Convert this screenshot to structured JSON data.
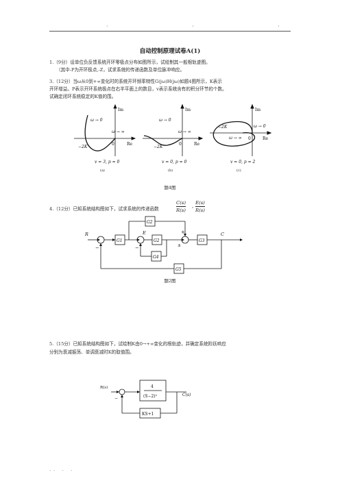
{
  "header_dots": "·  ·  ·",
  "footer_dots": "··  ·  ·",
  "title": "自动控制原理试卷A(1)",
  "q1": {
    "line1": "1.（9分）设单位负反馈系统开环零极点分布如图所示，试绘制其一般根轨迹图。",
    "line2": "（其中-P为开环极点,-Z，试求系统的传递函数及单位脉冲响应。"
  },
  "q3": {
    "line1": "3.（12分）当ω从0到+∞变化时的系统开环频率特性G(jω)H(jω)如题4图所示，K表示",
    "line2": "开环增益。P表示开环系统极点在右半平面上的数目，v表示系统含有的积分环节的个数。",
    "line3": "试确定闭环系统稳定的K值的围。"
  },
  "nyquist": {
    "im": "Im",
    "re": "Re",
    "zero": "0",
    "w0": "ω → 0",
    "winf": "ω → ∞",
    "negK": "−2K",
    "conds": [
      "v = 3, p = 0",
      "v = 0, p = 0",
      "v = 0, p = 2"
    ],
    "labels": [
      "(a)",
      "(b)",
      "(c)"
    ],
    "figure_caption": "题4图"
  },
  "q4": {
    "text": "4.（12分）已知系统结构图如下，试求系统的传递函数",
    "frac1_num": "C(s)",
    "frac1_den": "R(s)",
    "sep": ",",
    "frac2_num": "E(s)",
    "frac2_den": "R(s)",
    "blocks": {
      "R": "R",
      "E": "E",
      "C": "C",
      "G1": "G1",
      "G2": "G2",
      "G3": "G3",
      "G4": "G4",
      "G5": "G5"
    },
    "signs": {
      "minus": "−",
      "plus": "+",
      "pm": "±"
    },
    "figure_caption": "题2图"
  },
  "q5": {
    "line1": "5.（15分）已知系统结构图如下，试绘制K由0→+∞变化的根轨迹，并确定系统阶跃响应",
    "line2": "分别为衰减振荡、单调衰减时K的取值围。",
    "diagram": {
      "input": "R(s)",
      "output": "C(s)",
      "fwd_num": "4",
      "fwd_den": "(S−2)²",
      "fb": "KS+1",
      "minus": "−"
    }
  }
}
